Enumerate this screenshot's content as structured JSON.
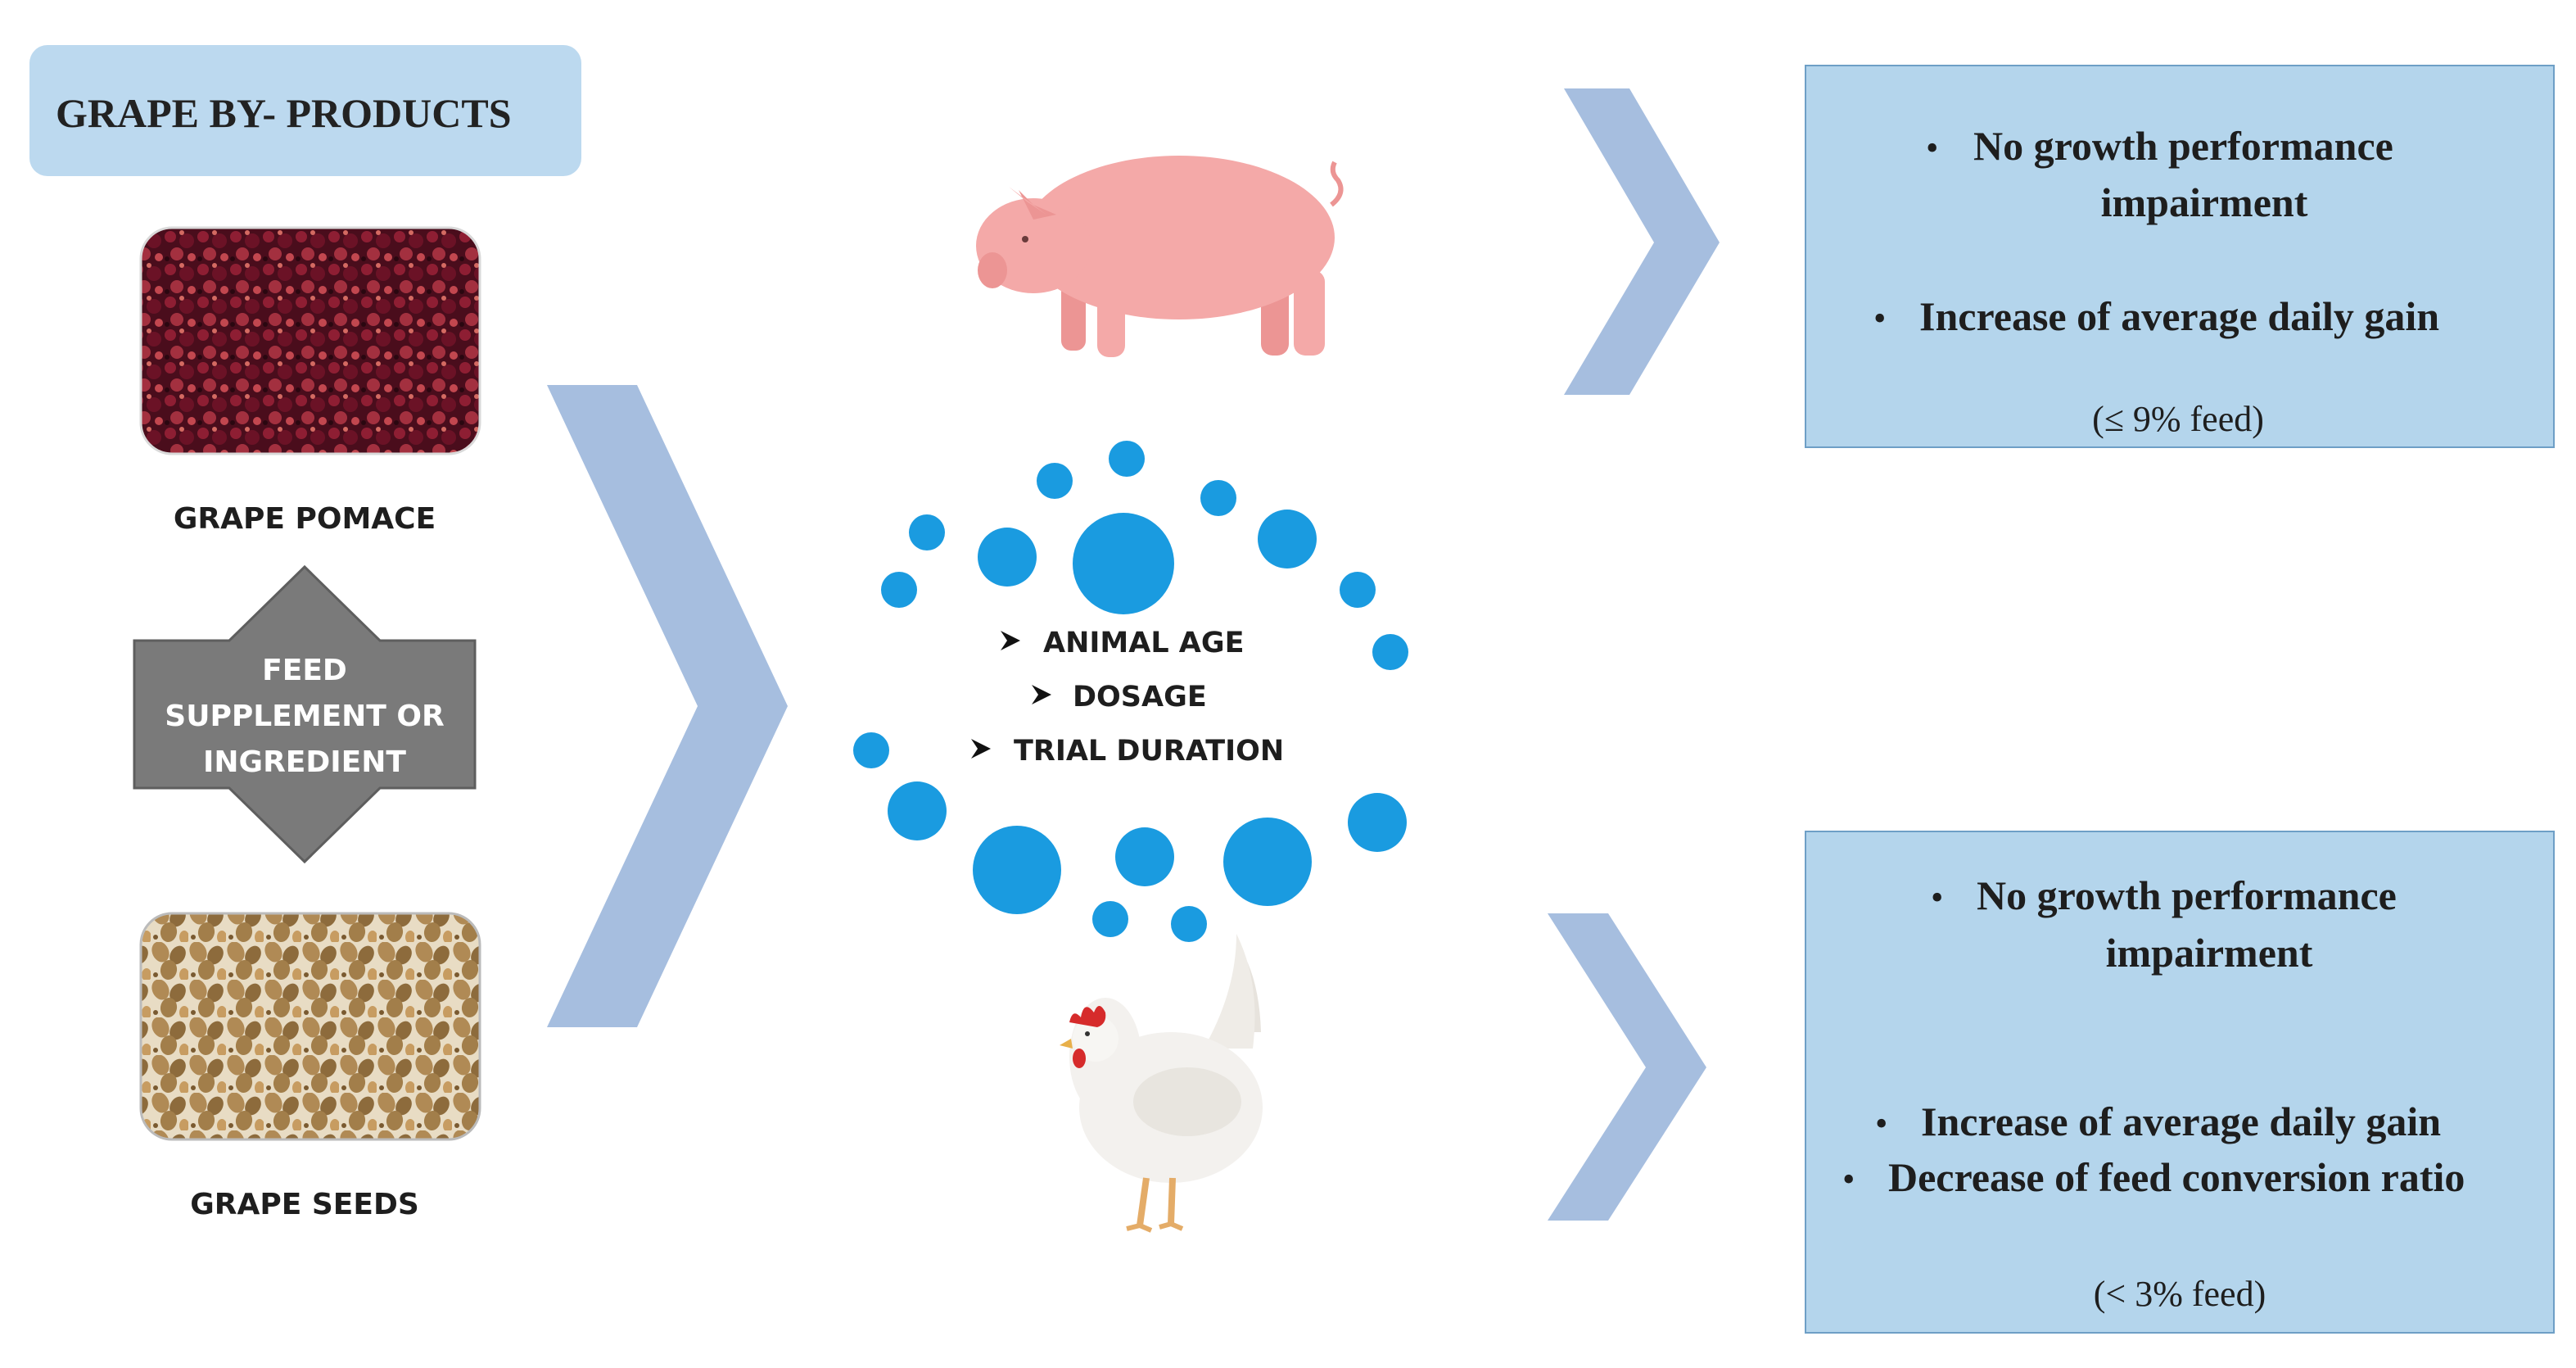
{
  "header": {
    "title": "GRAPE BY- PRODUCTS"
  },
  "sources": {
    "pomace_label": "GRAPE POMACE",
    "seeds_label": "GRAPE SEEDS",
    "link_label_lines": [
      "FEED",
      "SUPPLEMENT OR",
      "INGREDIENT"
    ]
  },
  "factors": [
    "ANIMAL AGE",
    "DOSAGE",
    "TRIAL DURATION"
  ],
  "outcomes": {
    "pig": {
      "animal_icon": "pig-icon",
      "bullets": [
        [
          "No growth performance",
          "impairment"
        ],
        [
          "Increase of average daily gain"
        ]
      ],
      "note": "(≤ 9% feed)"
    },
    "chicken": {
      "animal_icon": "chicken-icon",
      "bullets": [
        [
          "No growth performance",
          "impairment"
        ],
        [
          "Increase of average daily gain"
        ],
        [
          "Decrease of feed conversion ratio"
        ]
      ],
      "note": "(< 3% feed)"
    }
  },
  "colors": {
    "header_box": "#bcd9ef",
    "outcome_box": "#b4d5ec",
    "outcome_border": "#6e9fc6",
    "chevron": "#a6bedf",
    "dots": "#1a9be0",
    "gray_arrow": "#7a7a7a",
    "pig": "#f4a9a8",
    "chicken": "#f3f1ee",
    "comb": "#d62b2b"
  }
}
